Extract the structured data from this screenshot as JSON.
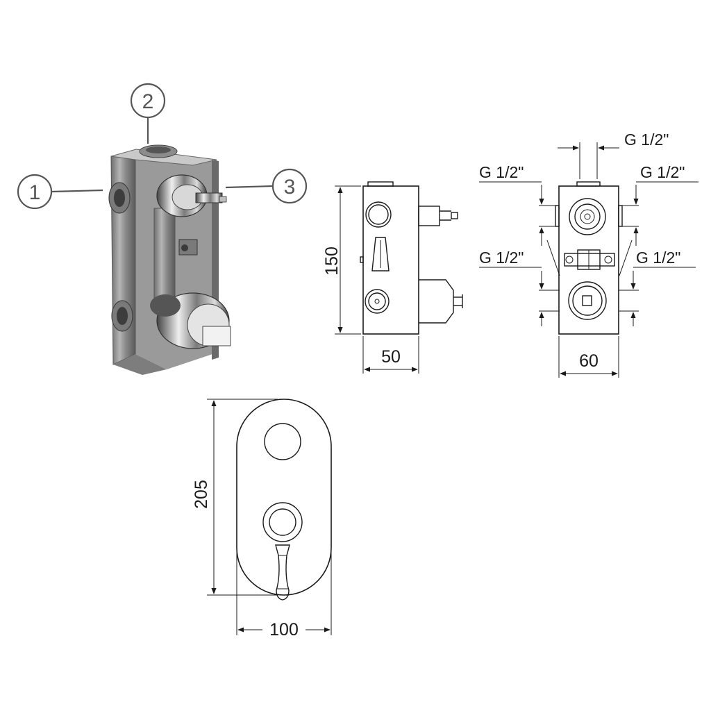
{
  "callouts": {
    "c1": "1",
    "c2": "2",
    "c3": "3"
  },
  "side_view": {
    "height": "150",
    "width": "50"
  },
  "front_view": {
    "top_thread": "G 1/2\"",
    "left_upper_thread": "G 1/2\"",
    "right_upper_thread": "G 1/2\"",
    "left_lower_thread": "G 1/2\"",
    "right_lower_thread": "G 1/2\"",
    "width": "60"
  },
  "cover_plate": {
    "height": "205",
    "width": "100"
  }
}
